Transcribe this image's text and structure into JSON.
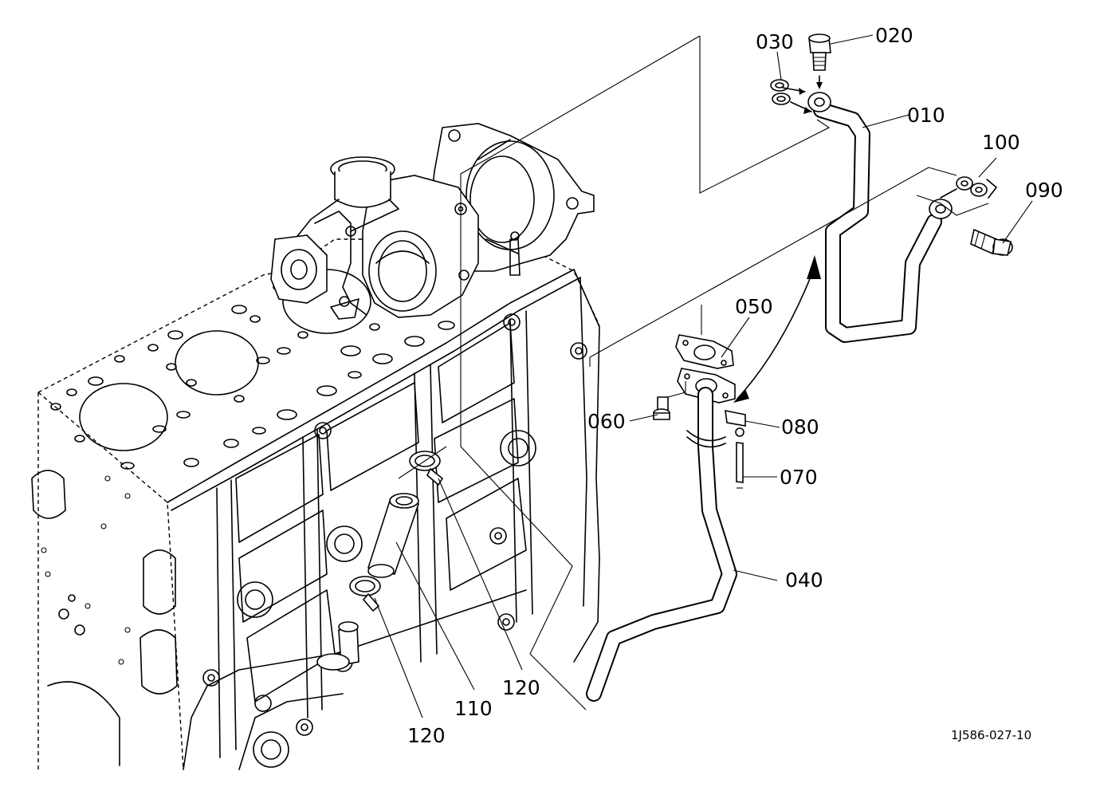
{
  "diagram": {
    "callouts": [
      {
        "id": "part-010",
        "text": "010"
      },
      {
        "id": "part-020",
        "text": "020"
      },
      {
        "id": "part-030",
        "text": "030"
      },
      {
        "id": "part-040",
        "text": "040"
      },
      {
        "id": "part-050",
        "text": "050"
      },
      {
        "id": "part-060",
        "text": "060"
      },
      {
        "id": "part-070",
        "text": "070"
      },
      {
        "id": "part-080",
        "text": "080"
      },
      {
        "id": "part-090",
        "text": "090"
      },
      {
        "id": "part-100",
        "text": "100"
      },
      {
        "id": "part-110",
        "text": "110"
      },
      {
        "id": "part-120a",
        "text": "120"
      },
      {
        "id": "part-120b",
        "text": "120"
      }
    ],
    "reference_code": "1J586-027-10"
  }
}
